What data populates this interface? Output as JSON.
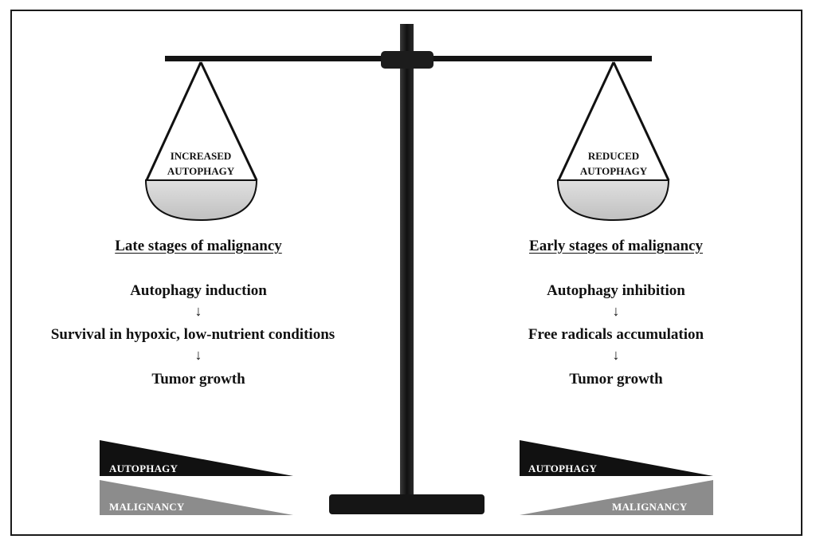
{
  "left": {
    "pan_label_line1": "INCREASED",
    "pan_label_line2": "AUTOPHAGY",
    "heading": "Late stages of malignancy",
    "steps": [
      "Autophagy induction",
      "Survival in hypoxic, low-nutrient conditions",
      "Tumor growth"
    ],
    "wedge_top_label": "AUTOPHAGY",
    "wedge_bottom_label": "MALIGNANCY"
  },
  "right": {
    "pan_label_line1": "REDUCED",
    "pan_label_line2": "AUTOPHAGY",
    "heading": "Early stages of malignancy",
    "steps": [
      "Autophagy inhibition",
      "Free radicals accumulation",
      "Tumor growth"
    ],
    "wedge_top_label": "AUTOPHAGY",
    "wedge_bottom_label": "MALIGNANCY"
  },
  "arrow_glyph": "↓",
  "colors": {
    "dark": "#111111",
    "gray": "#8c8c8c",
    "pan_fill": "#cfcfcf"
  }
}
